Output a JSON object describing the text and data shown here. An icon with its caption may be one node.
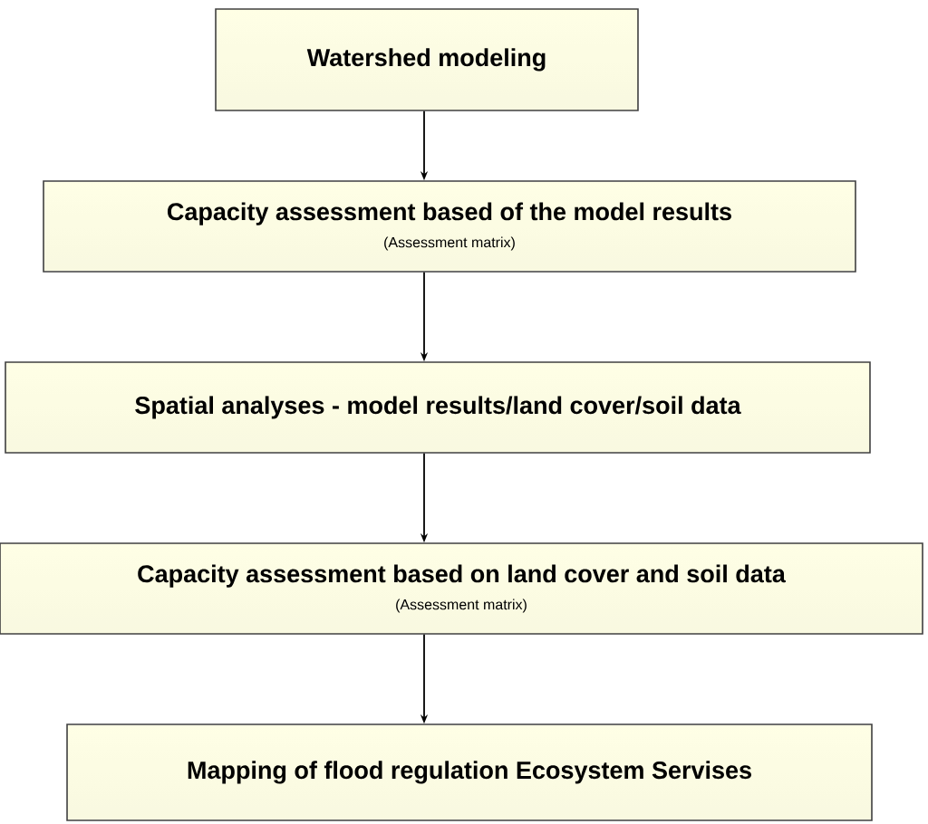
{
  "diagram": {
    "nodes": [
      {
        "text": [
          "Watershed modeling"
        ]
      },
      {
        "text": [
          "Capacity assessment based of the model results",
          "(Assessment matrix)"
        ]
      },
      {
        "text": [
          "Spatial analyses - model results/land cover/soil data"
        ]
      },
      {
        "text": [
          "Capacity assessment based on land cover and soil data",
          "(Assessment matrix)"
        ]
      },
      {
        "text": [
          "Mapping of flood regulation Ecosystem Servises"
        ]
      }
    ],
    "edges": [
      {
        "from": 0,
        "to": 1,
        "arrow": "to"
      },
      {
        "from": 1,
        "to": 2,
        "arrow": "to"
      },
      {
        "from": 2,
        "to": 3,
        "arrow": "to"
      },
      {
        "from": 3,
        "to": 4,
        "arrow": "to"
      }
    ]
  }
}
